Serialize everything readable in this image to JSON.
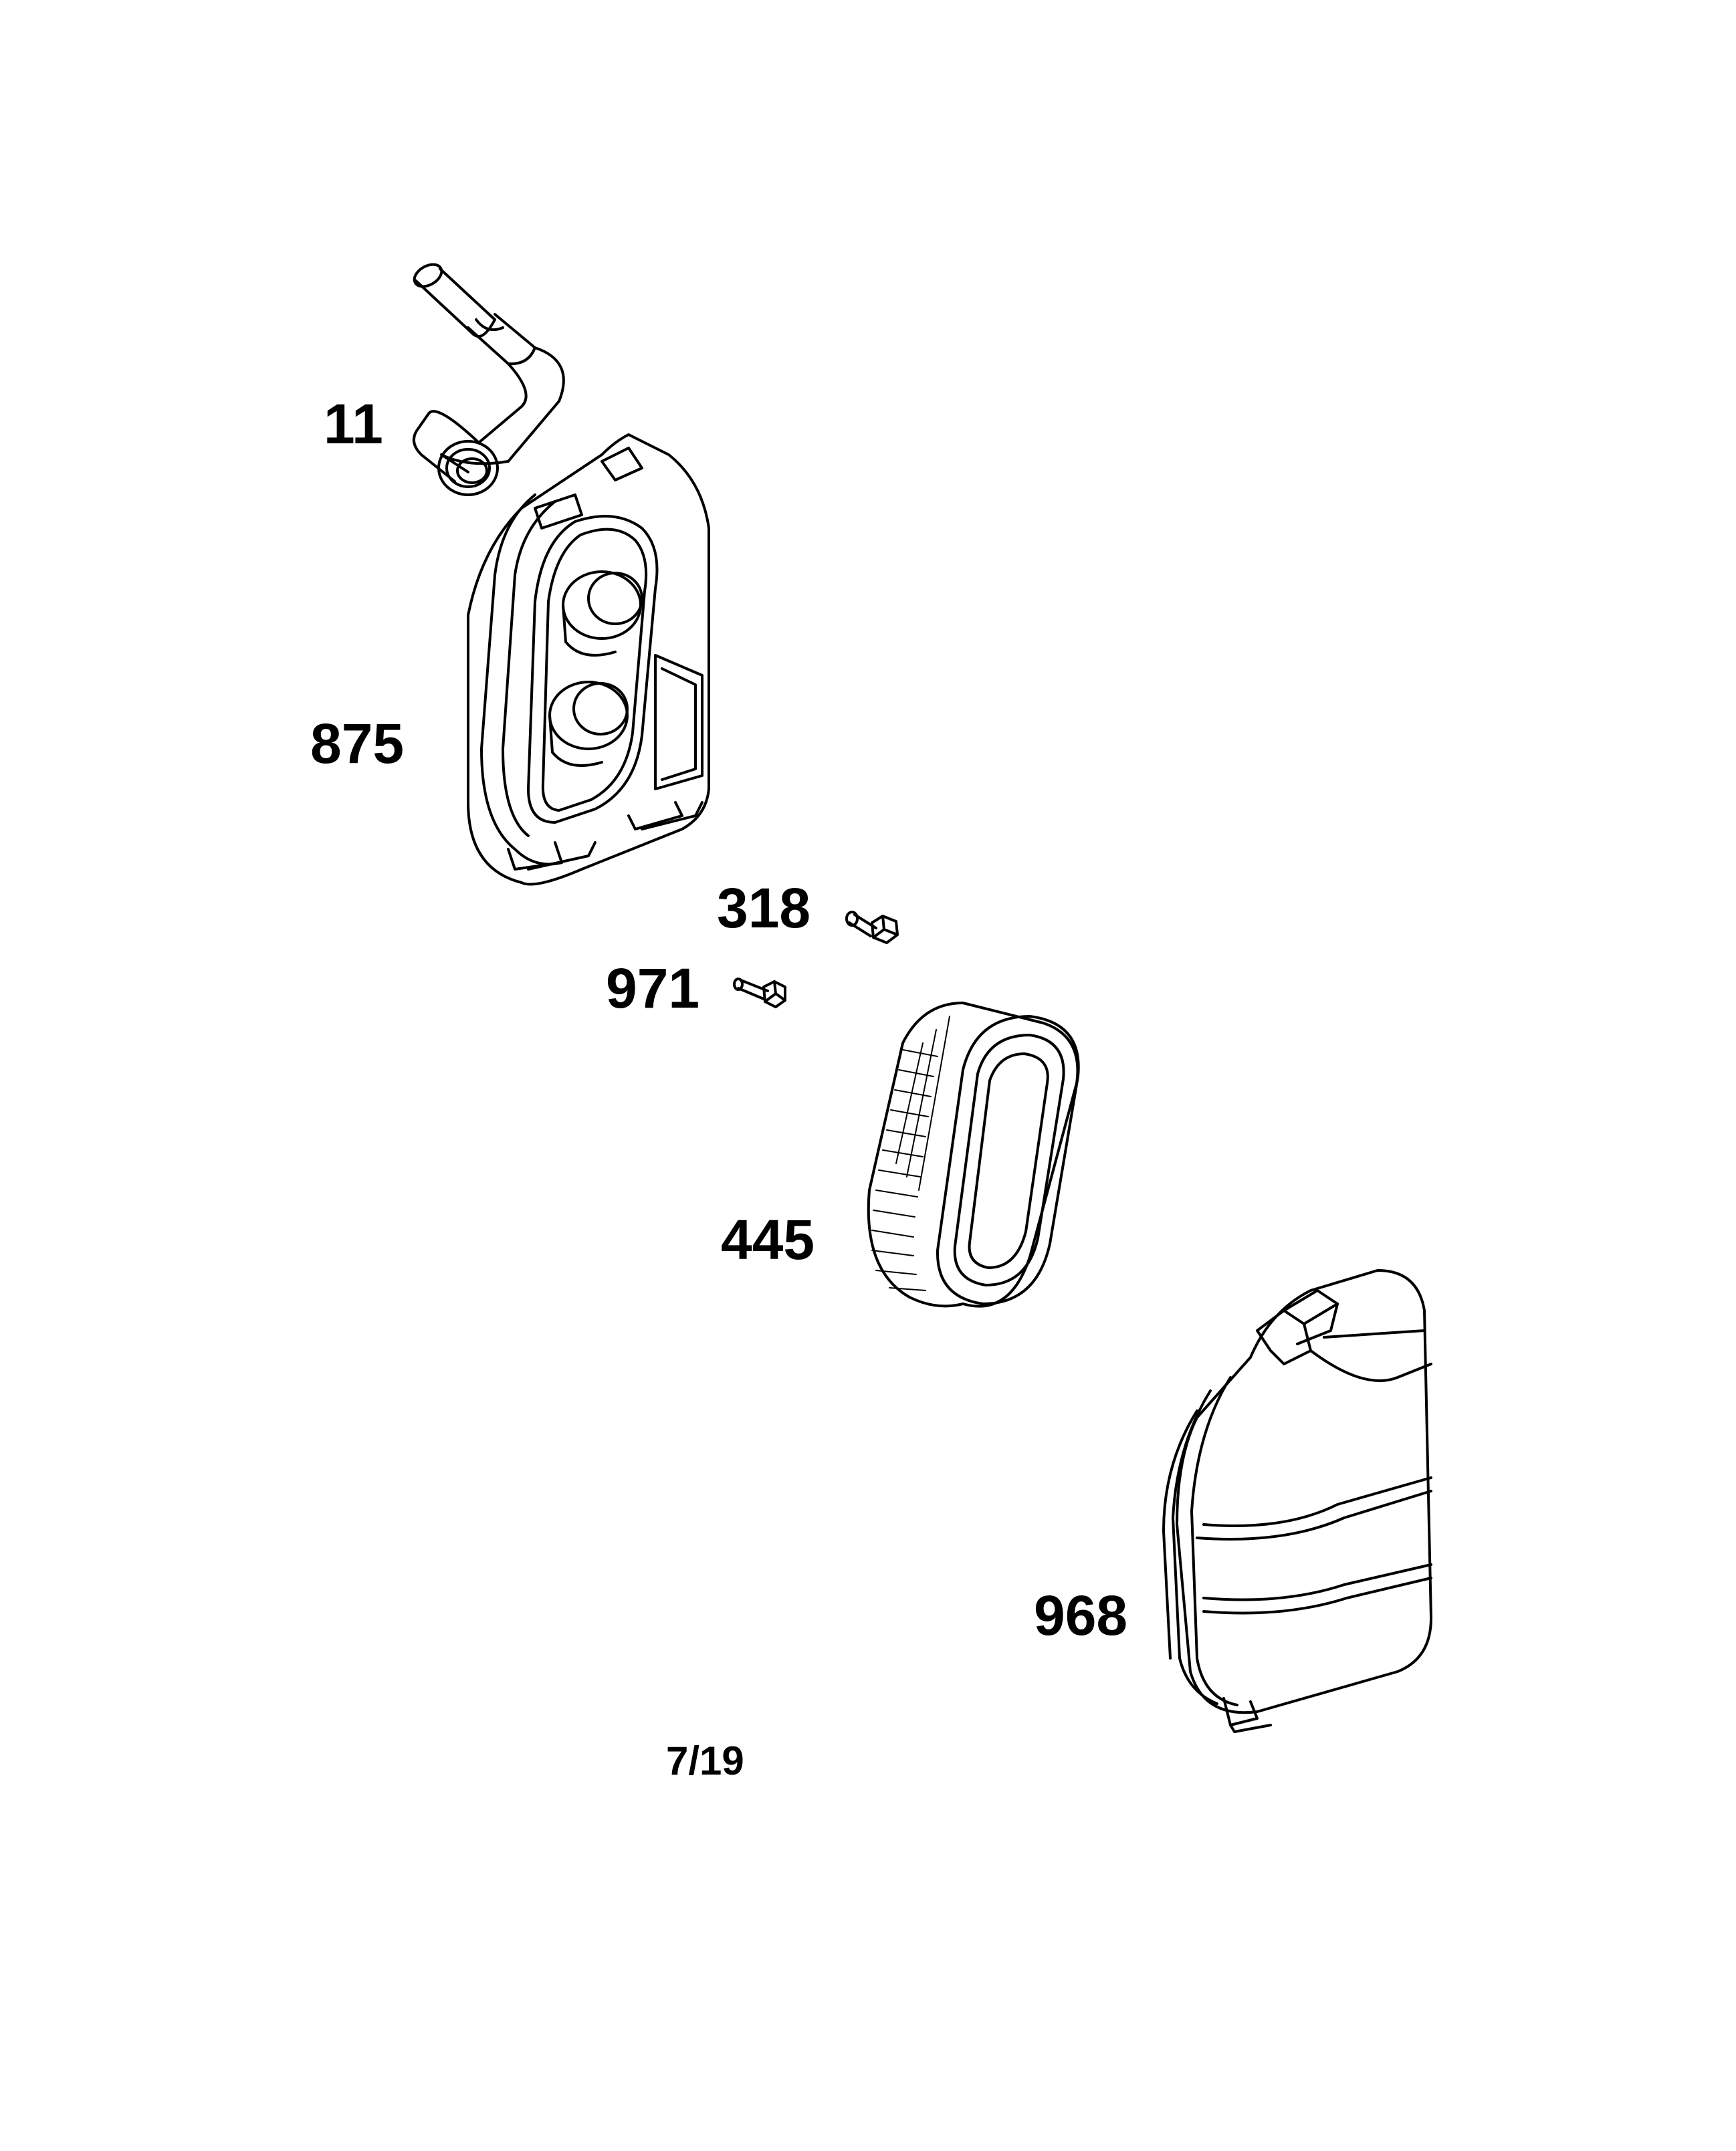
{
  "parts": [
    {
      "id": "11",
      "label": "11",
      "name": "breather tube"
    },
    {
      "id": "875",
      "label": "875",
      "name": "air cleaner base"
    },
    {
      "id": "318",
      "label": "318",
      "name": "screw"
    },
    {
      "id": "971",
      "label": "971",
      "name": "screw"
    },
    {
      "id": "445",
      "label": "445",
      "name": "air filter"
    },
    {
      "id": "968",
      "label": "968",
      "name": "air cleaner cover"
    }
  ],
  "page_number": "7/19",
  "colors": {
    "line": "#000000",
    "background": "#ffffff"
  }
}
